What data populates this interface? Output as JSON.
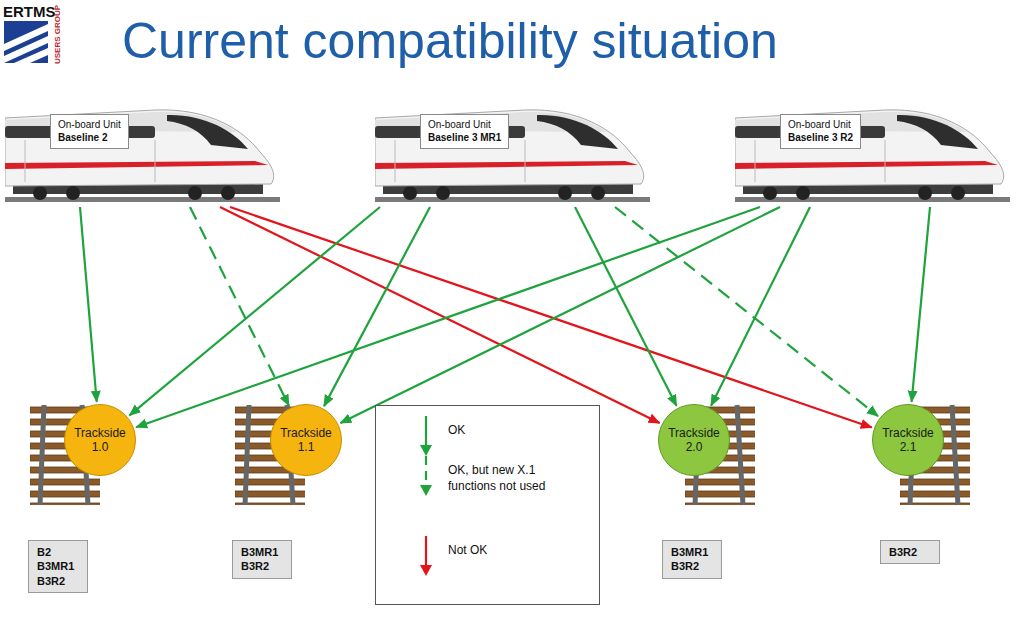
{
  "diagram": {
    "title": "Current compatibility situation",
    "nodes": [
      {
        "text": [
          "On-board Unit",
          "Baseline 2"
        ]
      },
      {
        "text": [
          "On-board Unit",
          "Baseline 3 MR1"
        ]
      },
      {
        "text": [
          "On-board Unit",
          "Baseline 3 R2"
        ]
      },
      {
        "text": [
          "Trackside 1.0"
        ]
      },
      {
        "text": [
          "Trackside 1.1"
        ]
      },
      {
        "text": [
          "Trackside 2.0"
        ]
      },
      {
        "text": [
          "Trackside 2.1"
        ]
      },
      {
        "text": [
          "B2 B3MR1 B3R2"
        ]
      },
      {
        "text": [
          "B3MR1 B3R2"
        ]
      },
      {
        "text": [
          "B3MR1 B3R2"
        ]
      },
      {
        "text": [
          "B3R2"
        ]
      }
    ],
    "edges": [
      {
        "from": 0,
        "to": 3,
        "arrow": "to"
      },
      {
        "from": 0,
        "to": 4,
        "arrow": "to"
      },
      {
        "from": 0,
        "to": 5,
        "arrow": "to"
      },
      {
        "from": 0,
        "to": 6,
        "arrow": "to"
      },
      {
        "from": 1,
        "to": 3,
        "arrow": "to"
      },
      {
        "from": 1,
        "to": 4,
        "arrow": "to"
      },
      {
        "from": 1,
        "to": 5,
        "arrow": "to"
      },
      {
        "from": 1,
        "to": 6,
        "arrow": "to"
      },
      {
        "from": 2,
        "to": 3,
        "arrow": "to"
      },
      {
        "from": 2,
        "to": 4,
        "arrow": "to"
      },
      {
        "from": 2,
        "to": 5,
        "arrow": "to"
      },
      {
        "from": 2,
        "to": 6,
        "arrow": "to"
      }
    ],
    "labels": [
      "ERTMS",
      "USERS GROUP"
    ],
    "legend": [
      {
        "text": "OK"
      },
      {
        "text": "OK, but new X.1 functions not used"
      },
      {
        "text": "Not OK"
      }
    ]
  }
}
